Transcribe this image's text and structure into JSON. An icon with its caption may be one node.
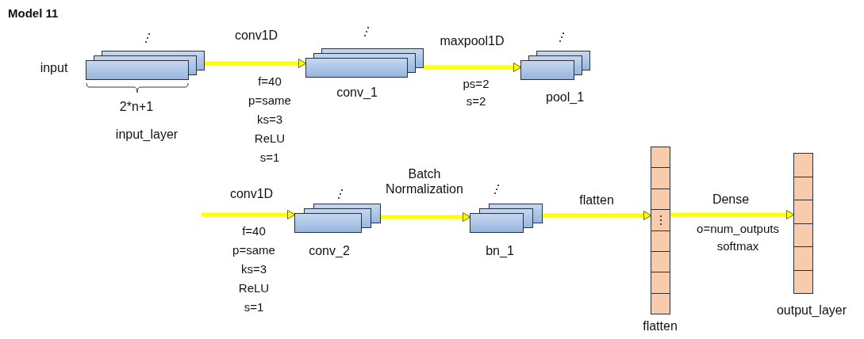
{
  "diagram": {
    "title": "Model 11",
    "nodes": [
      {
        "text": [],
        "shape": "box",
        "beside": [
          "input",
          "2*n+1",
          "input_layer"
        ]
      },
      {
        "text": [],
        "shape": "box",
        "beside": [
          "conv_1"
        ]
      },
      {
        "text": [],
        "shape": "box",
        "beside": [
          "pool_1"
        ]
      },
      {
        "text": [],
        "shape": "box",
        "beside": [
          "conv_2"
        ]
      },
      {
        "text": [],
        "shape": "box",
        "beside": [
          "bn_1"
        ]
      },
      {
        "text": [],
        "shape": "bar",
        "beside": [
          "flatten"
        ]
      },
      {
        "text": [],
        "shape": "bar",
        "beside": [
          "output_layer"
        ]
      }
    ],
    "edges": [
      {
        "from": 0,
        "to": 1,
        "arrow": "to",
        "label": "conv1D"
      },
      {
        "from": 1,
        "to": 2,
        "arrow": "to",
        "label": "maxpool1D"
      },
      {
        "from": null,
        "to": 3,
        "arrow": "to",
        "label": "conv1D"
      },
      {
        "from": 3,
        "to": 4,
        "arrow": "to",
        "label": "Batch Normalization"
      },
      {
        "from": 4,
        "to": 5,
        "arrow": "to",
        "label": "flatten"
      },
      {
        "from": 5,
        "to": 6,
        "arrow": "to",
        "label": "Dense"
      }
    ],
    "labels": [
      "f=40",
      "p=same",
      "ks=3",
      "ReLU",
      "s=1",
      "ps=2",
      "s=2",
      "f=40",
      "p=same",
      "ks=3",
      "ReLU",
      "s=1",
      "o=num_outputs",
      "softmax"
    ]
  }
}
